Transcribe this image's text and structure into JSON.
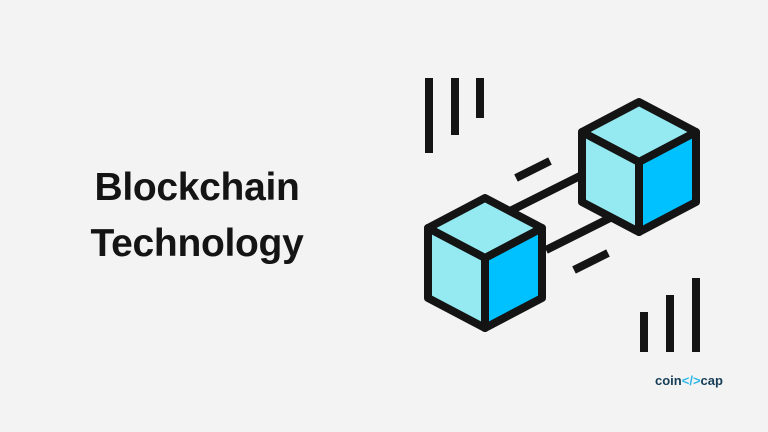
{
  "headline": {
    "line1": "Blockchain",
    "line2": "Technology"
  },
  "logo": {
    "prefix": "coin",
    "code": "</>",
    "suffix": "cap"
  },
  "colors": {
    "background": "#f3f3f3",
    "cube_light": "#95e9f0",
    "cube_dark": "#00c1ff",
    "stroke": "#141414",
    "logo_text": "#163d57",
    "logo_accent": "#2fb8e6"
  },
  "icons": {
    "illustration": "blockchain-linked-cubes-icon"
  }
}
